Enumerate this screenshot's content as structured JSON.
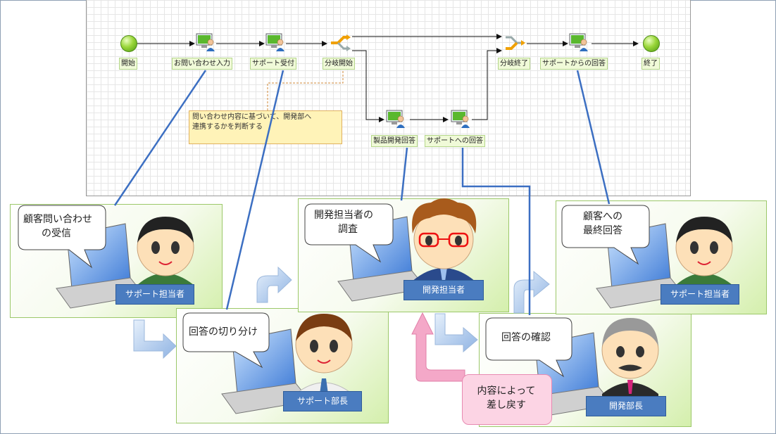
{
  "flow": {
    "start": "開始",
    "inquiry_input": "お問い合わせ入力",
    "support_accept": "サポート受付",
    "branch_start": "分岐開始",
    "product_dev_answer": "製品開発回答",
    "answer_to_support": "サポートへの回答",
    "branch_end": "分岐終了",
    "answer_from_support": "サポートからの回答",
    "end": "終了",
    "note_line1": "問い合わせ内容に基づいて、開発部へ",
    "note_line2": "連携するかを判断する"
  },
  "panels": {
    "p1": {
      "bubble_line1": "顧客問い合わせ",
      "bubble_line2": "の受信",
      "role": "サポート担当者"
    },
    "p2": {
      "bubble_line1": "回答の切り分け",
      "role": "サポート部長"
    },
    "p3": {
      "bubble_line1": "開発担当者の",
      "bubble_line2": "調査",
      "role": "開発担当者"
    },
    "p4": {
      "bubble_line1": "回答の確認",
      "role": "開発部長"
    },
    "p5": {
      "bubble_line1": "顧客への",
      "bubble_line2": "最終回答",
      "role": "サポート担当者"
    }
  },
  "sendback": {
    "line1": "内容によって",
    "line2": "差し戻す"
  },
  "colors": {
    "connector": "#3c6fc2",
    "panel_border": "#9cc86a",
    "badge": "#4a7cc0",
    "sendback": "#f4a8c8",
    "arrow_blue": "#a9c6ec"
  }
}
